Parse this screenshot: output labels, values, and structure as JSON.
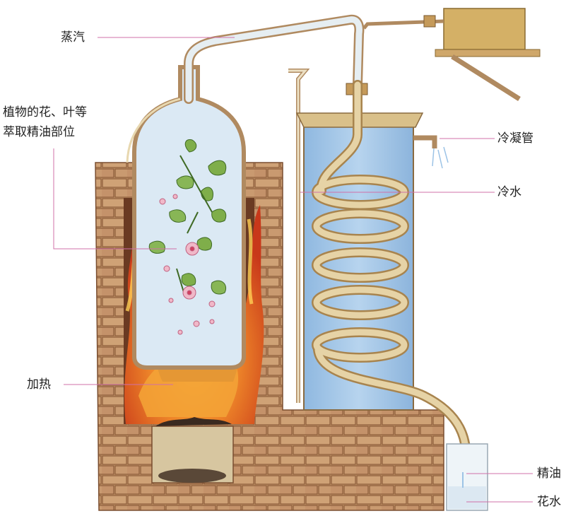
{
  "labels": {
    "steam": "蒸汽",
    "plant_line1": "植物的花、叶等",
    "plant_line2": "萃取精油部位",
    "heating": "加热",
    "condenser": "冷凝管",
    "cold_water": "冷水",
    "essential_oil": "精油",
    "floral_water": "花水"
  },
  "colors": {
    "brick": "#c8966a",
    "mortar": "#8a5a38",
    "glass": "#cfe3f2",
    "water": "#9cc3e6",
    "flame": "#e8581e",
    "leader_line": "#d070a8",
    "tube": "#e8d8b0"
  }
}
